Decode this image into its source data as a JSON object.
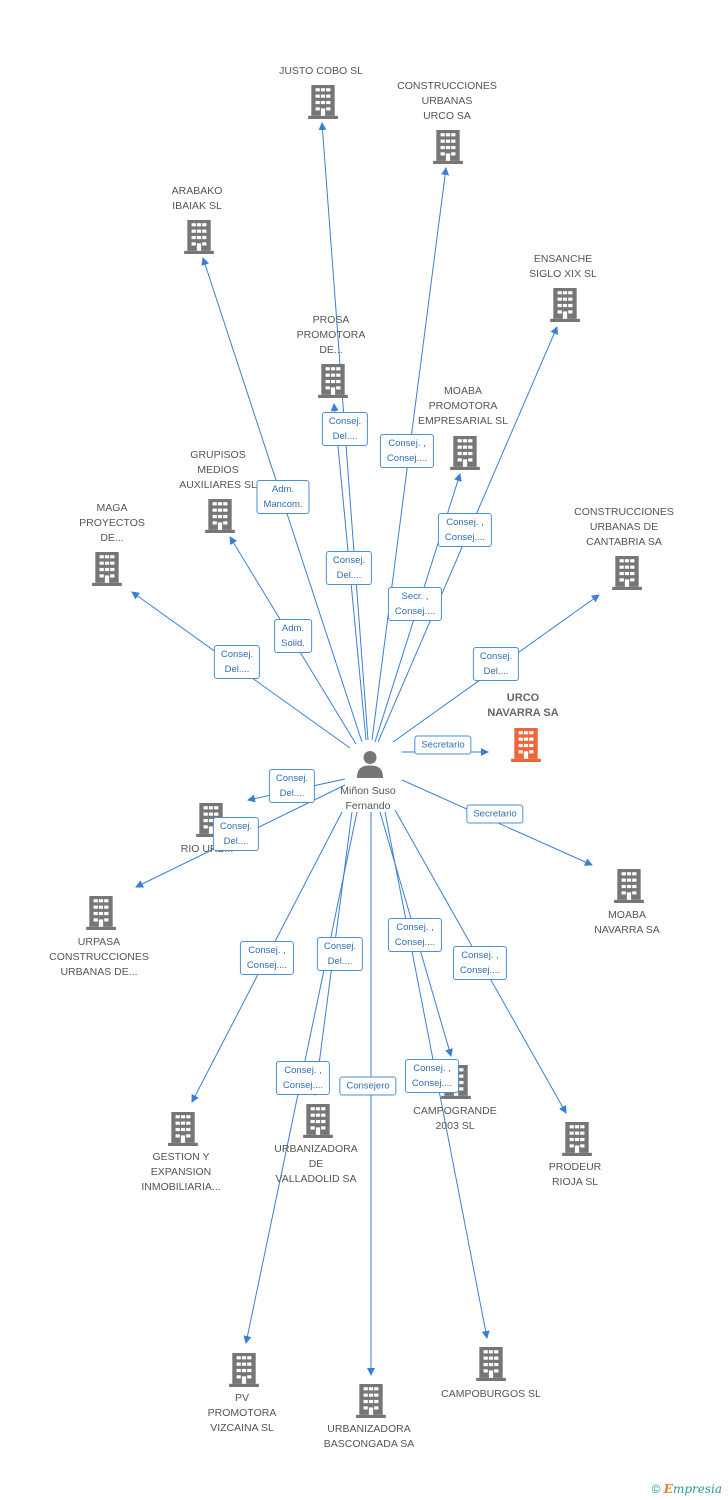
{
  "colors": {
    "edge": "#3a7fd5",
    "building": "#767676",
    "main_building": "#f0643a",
    "person": "#767676",
    "label_text": "#555555"
  },
  "person": {
    "name": "Miñon Suso\nFernando",
    "icon": "person-icon"
  },
  "nodes": [
    {
      "id": "justo-cobo",
      "label": "JUSTO COBO SL",
      "icon": "building-icon"
    },
    {
      "id": "construcciones-urbanas-urco",
      "label": "CONSTRUCCIONES\nURBANAS\nURCO SA",
      "icon": "building-icon"
    },
    {
      "id": "arabako-ibaiak",
      "label": "ARABAKO\nIBAIAK SL",
      "icon": "building-icon"
    },
    {
      "id": "ensanche-siglo-xix",
      "label": "ENSANCHE\nSIGLO XIX SL",
      "icon": "building-icon"
    },
    {
      "id": "prosa-promotora",
      "label": "PROSA\nPROMOTORA\nDE...",
      "icon": "building-icon"
    },
    {
      "id": "moaba-promotora",
      "label": "MOABA\nPROMOTORA\nEMPRESARIAL SL",
      "icon": "building-icon"
    },
    {
      "id": "grupisos-medios",
      "label": "GRUPISOS\nMEDIOS\nAUXILIARES SL",
      "icon": "building-icon"
    },
    {
      "id": "maga-proyectos",
      "label": "MAGA\nPROYECTOS\nDE...",
      "icon": "building-icon"
    },
    {
      "id": "construcciones-cantabria",
      "label": "CONSTRUCCIONES\nURBANAS DE\nCANTABRIA SA",
      "icon": "building-icon"
    },
    {
      "id": "urco-navarra",
      "label": "URCO\nNAVARRA SA",
      "icon": "building-icon",
      "main": true
    },
    {
      "id": "rio-urbi",
      "label": "RIO URB...",
      "icon": "building-icon"
    },
    {
      "id": "moaba-navarra",
      "label": "MOABA\nNAVARRA SA",
      "icon": "building-icon"
    },
    {
      "id": "urpasa",
      "label": "URPASA\nCONSTRUCCIONES\nURBANAS DE...",
      "icon": "building-icon"
    },
    {
      "id": "gestion-expansion",
      "label": "GESTION Y\nEXPANSION\nINMOBILIARIA...",
      "icon": "building-icon"
    },
    {
      "id": "urbanizadora-valladolid",
      "label": "URBANIZADORA\nDE\nVALLADOLID SA",
      "icon": "building-icon"
    },
    {
      "id": "campogrande",
      "label": "CAMPOGRANDE\n2003 SL",
      "icon": "building-icon"
    },
    {
      "id": "prodeur-rioja",
      "label": "PRODEUR\nRIOJA SL",
      "icon": "building-icon"
    },
    {
      "id": "pv-promotora",
      "label": "PV\nPROMOTORA\nVIZCAINA SL",
      "icon": "building-icon"
    },
    {
      "id": "urbanizadora-bascongada",
      "label": "URBANIZADORA\nBASCONGADA SA",
      "icon": "building-icon"
    },
    {
      "id": "campoburgos",
      "label": "CAMPOBURGOS SL",
      "icon": "building-icon"
    }
  ],
  "edges": [
    {
      "to": "justo-cobo",
      "label": "Consej.\nDel...."
    },
    {
      "to": "construcciones-urbanas-urco",
      "label": "Consej. ,\nConsej...."
    },
    {
      "to": "arabako-ibaiak",
      "label": "Adm.\nMancom."
    },
    {
      "to": "ensanche-siglo-xix",
      "label": "Consej. ,\nConsej...."
    },
    {
      "to": "prosa-promotora",
      "label": "Consej.\nDel...."
    },
    {
      "to": "moaba-promotora",
      "label": "Secr. ,\nConsej...."
    },
    {
      "to": "grupisos-medios",
      "label": "Adm.\nSolid."
    },
    {
      "to": "maga-proyectos",
      "label": "Consej.\nDel...."
    },
    {
      "to": "construcciones-cantabria",
      "label": "Consej.\nDel...."
    },
    {
      "to": "urco-navarra",
      "label": "Secretario"
    },
    {
      "to": "rio-urbi",
      "label": "Consej.\nDel...."
    },
    {
      "to": "urpasa",
      "label": "Consej.\nDel...."
    },
    {
      "to": "moaba-navarra",
      "label": "Secretario"
    },
    {
      "to": "gestion-expansion",
      "label": "Consej. ,\nConsej...."
    },
    {
      "to": "urbanizadora-valladolid",
      "label": "Consej.\nDel...."
    },
    {
      "to": "pv-promotora",
      "label": "Consej. ,\nConsej...."
    },
    {
      "to": "urbanizadora-bascongada",
      "label": "Consejero"
    },
    {
      "to": "campogrande",
      "label": "Consej. ,\nConsej...."
    },
    {
      "to": "campoburgos",
      "label": "Consej. ,\nConsej...."
    },
    {
      "to": "prodeur-rioja",
      "label": "Consej. ,\nConsej...."
    }
  ],
  "footer": {
    "copyright": "©",
    "brand_first": "E",
    "brand_rest": "mpresia"
  }
}
